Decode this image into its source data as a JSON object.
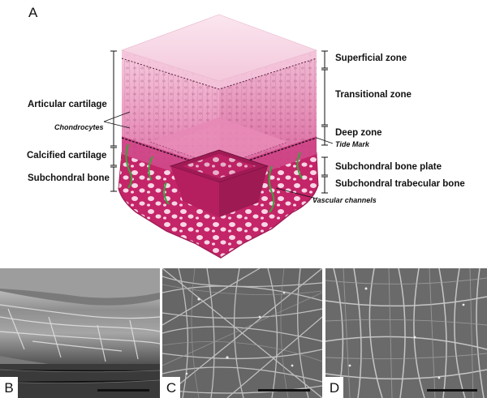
{
  "panel_labels": {
    "a": "A",
    "b": "B",
    "c": "C",
    "d": "D"
  },
  "left_labels": {
    "articular_cartilage": "Articular cartilage",
    "chondrocytes": "Chondrocytes",
    "calcified_cartilage": "Calcified cartilage",
    "subchondral_bone": "Subchondral bone"
  },
  "right_labels": {
    "superficial_zone": "Superficial zone",
    "transitional_zone": "Transitional zone",
    "deep_zone": "Deep zone",
    "tide_mark": "Tide Mark",
    "subchondral_bone_plate": "Subchondral bone plate",
    "subchondral_trabecular_bone": "Subchondral trabecular bone",
    "vascular_channels": "Vascular channels"
  },
  "colors": {
    "superficial": "#f6d4e4",
    "transitional": "#eea2c5",
    "deep": "#e0679f",
    "calcified": "#c73a7c",
    "bone": "#c8246a",
    "vessel": "#3aa33a",
    "sem_gray": "#9a9a9a"
  }
}
